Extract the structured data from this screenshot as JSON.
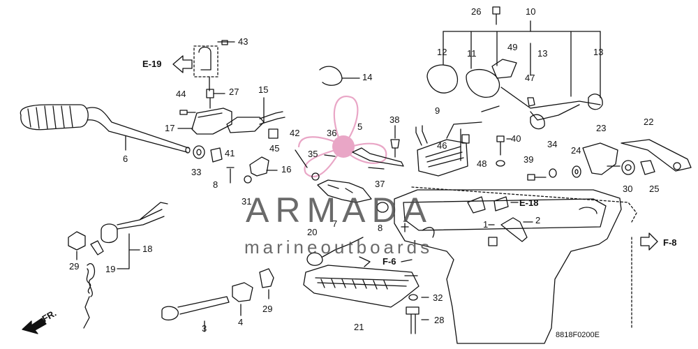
{
  "diagram": {
    "part_code": "8818F0200E",
    "callouts": {
      "c1": "1",
      "c2": "2",
      "c3": "3",
      "c4": "4",
      "c5": "5",
      "c6": "6",
      "c7": "7",
      "c8a": "8",
      "c8b": "8",
      "c9": "9",
      "c10": "10",
      "c11": "11",
      "c12": "12",
      "c13a": "13",
      "c13b": "13",
      "c14": "14",
      "c15": "15",
      "c16": "16",
      "c17": "17",
      "c18": "18",
      "c19": "19",
      "c20": "20",
      "c21": "21",
      "c22": "22",
      "c23": "23",
      "c24": "24",
      "c25": "25",
      "c26": "26",
      "c27": "27",
      "c28": "28",
      "c29a": "29",
      "c29b": "29",
      "c30": "30",
      "c31": "31",
      "c32": "32",
      "c33": "33",
      "c34": "34",
      "c35": "35",
      "c36": "36",
      "c37": "37",
      "c38": "38",
      "c39": "39",
      "c40": "40",
      "c41": "41",
      "c42": "42",
      "c43": "43",
      "c44": "44",
      "c45": "45",
      "c46": "46",
      "c47": "47",
      "c48": "48",
      "c49": "49"
    },
    "refs": {
      "e19": "E-19",
      "e18": "E-18",
      "f6": "F-6",
      "f8": "F-8",
      "fr": "FR."
    }
  },
  "watermark": {
    "brand": "ARMADA",
    "site": "marineoutboards",
    "color": "#4a4a4a",
    "logo_color": "#e9a6c6"
  }
}
